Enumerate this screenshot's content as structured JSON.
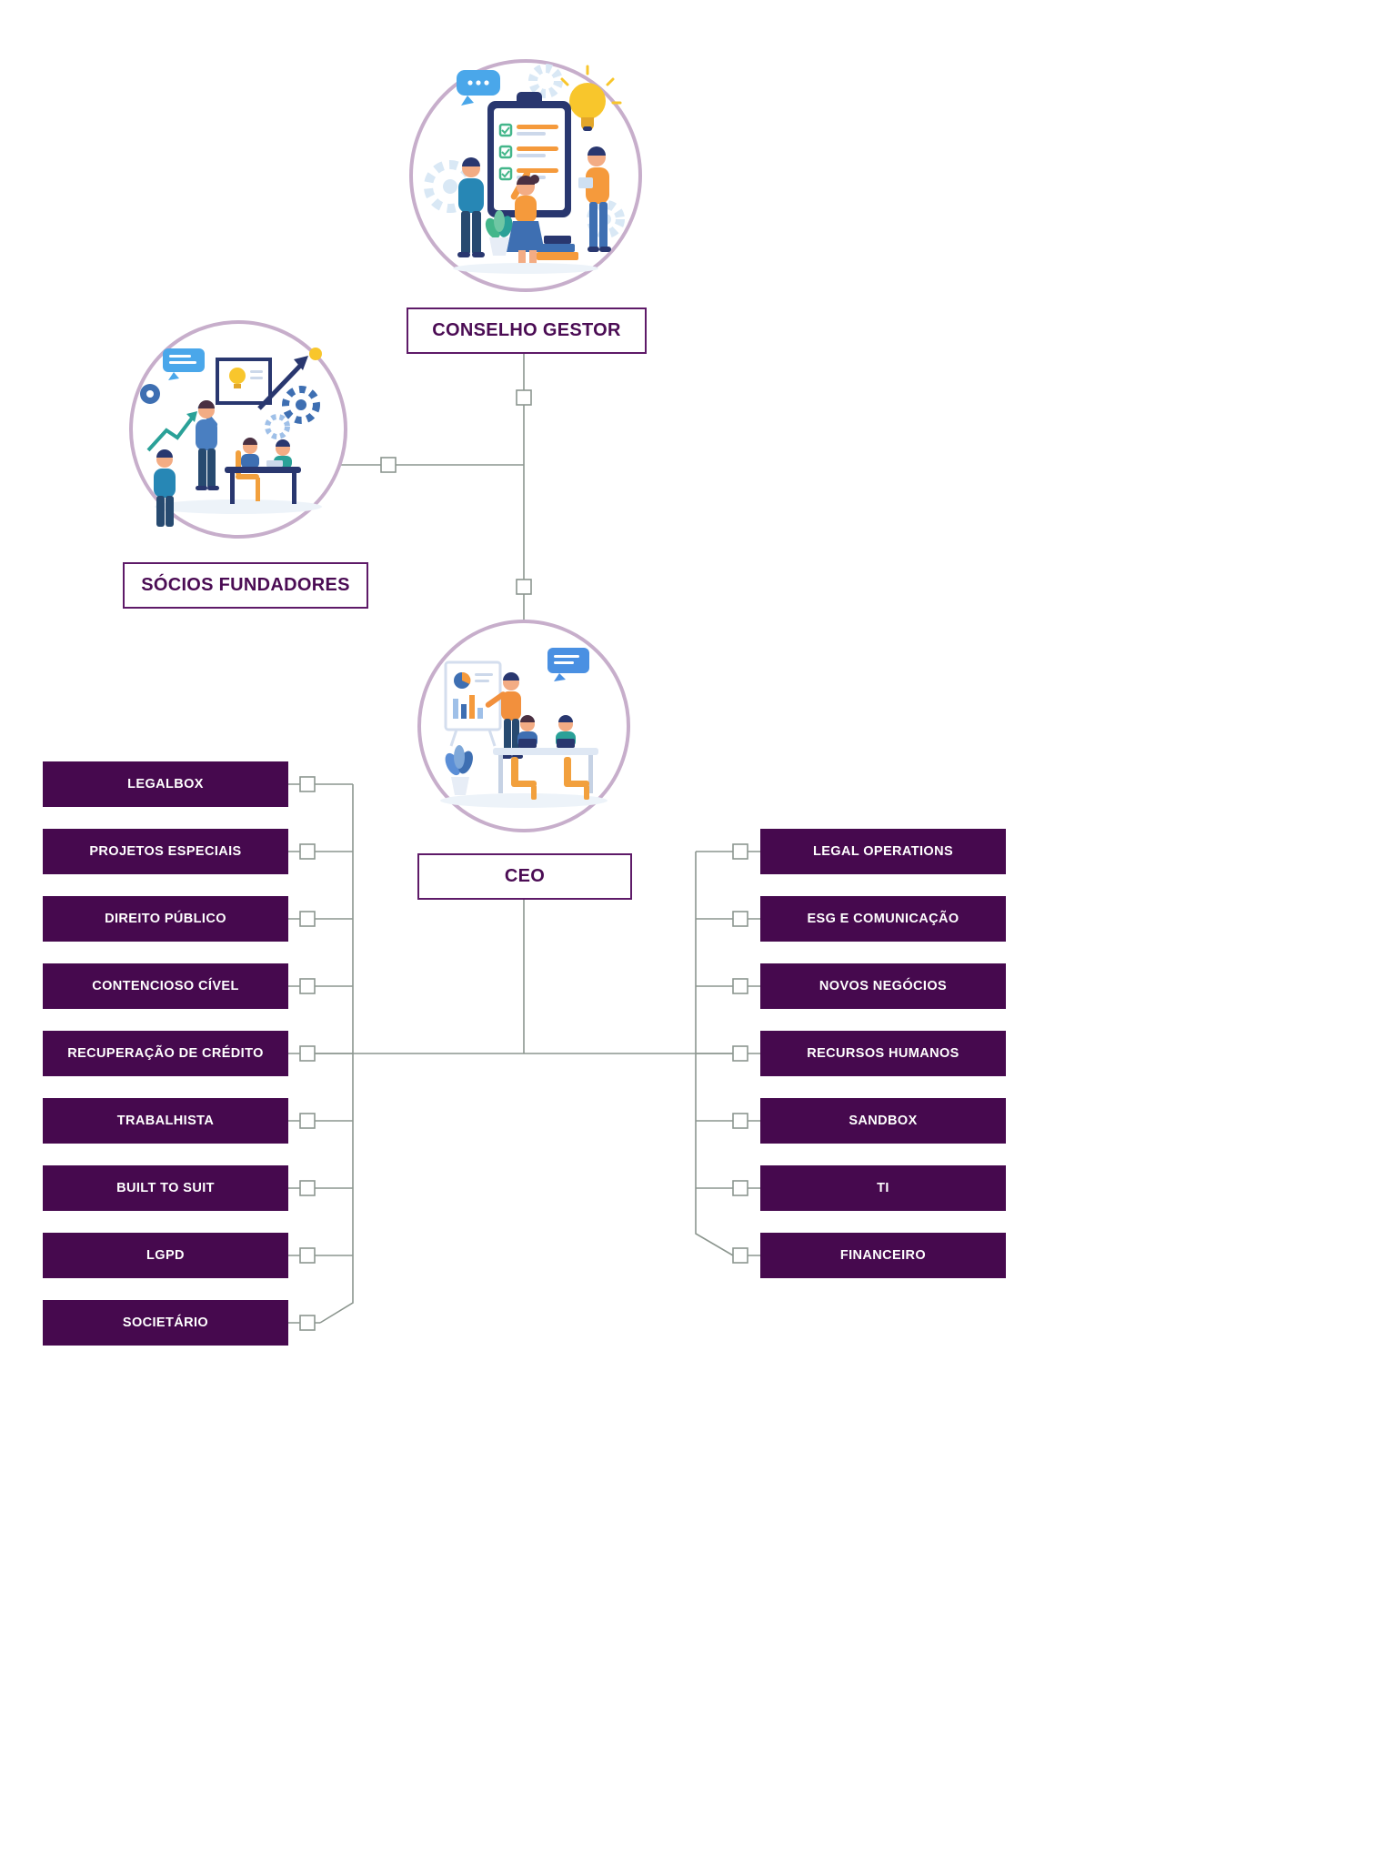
{
  "diagram": {
    "type": "org-chart",
    "palette": {
      "department_box": "#46094e",
      "title_text": "#4b0c54",
      "title_border": "#5e1a68",
      "connector": "#8c968f",
      "circle_ring": "#c7aecb"
    },
    "nodes": {
      "conselho_gestor": {
        "label": "CONSELHO GESTOR"
      },
      "socios_fundadores": {
        "label": "SÓCIOS FUNDADORES"
      },
      "ceo": {
        "label": "CEO"
      }
    },
    "left_departments": [
      {
        "label": "LEGALBOX"
      },
      {
        "label": "PROJETOS ESPECIAIS"
      },
      {
        "label": "DIREITO PÚBLICO"
      },
      {
        "label": "CONTENCIOSO CÍVEL"
      },
      {
        "label": "RECUPERAÇÃO DE CRÉDITO"
      },
      {
        "label": "TRABALHISTA"
      },
      {
        "label": "BUILT TO SUIT"
      },
      {
        "label": "LGPD"
      },
      {
        "label": "SOCIETÁRIO"
      }
    ],
    "right_departments": [
      {
        "label": "LEGAL OPERATIONS"
      },
      {
        "label": "ESG E COMUNICAÇÃO"
      },
      {
        "label": "NOVOS NEGÓCIOS"
      },
      {
        "label": "RECURSOS HUMANOS"
      },
      {
        "label": "SANDBOX"
      },
      {
        "label": "TI"
      },
      {
        "label": "FINANCEIRO"
      }
    ],
    "illustrations": [
      {
        "name": "conselho-gestor-illustration",
        "depicts": "team with clipboard checklist, lightbulb, gears and speech bubble"
      },
      {
        "name": "socios-fundadores-illustration",
        "depicts": "partners meeting at table with presentation frame, gears and growth arrow"
      },
      {
        "name": "ceo-illustration",
        "depicts": "executive presenting charts to team at desk with laptops and plant"
      }
    ]
  }
}
